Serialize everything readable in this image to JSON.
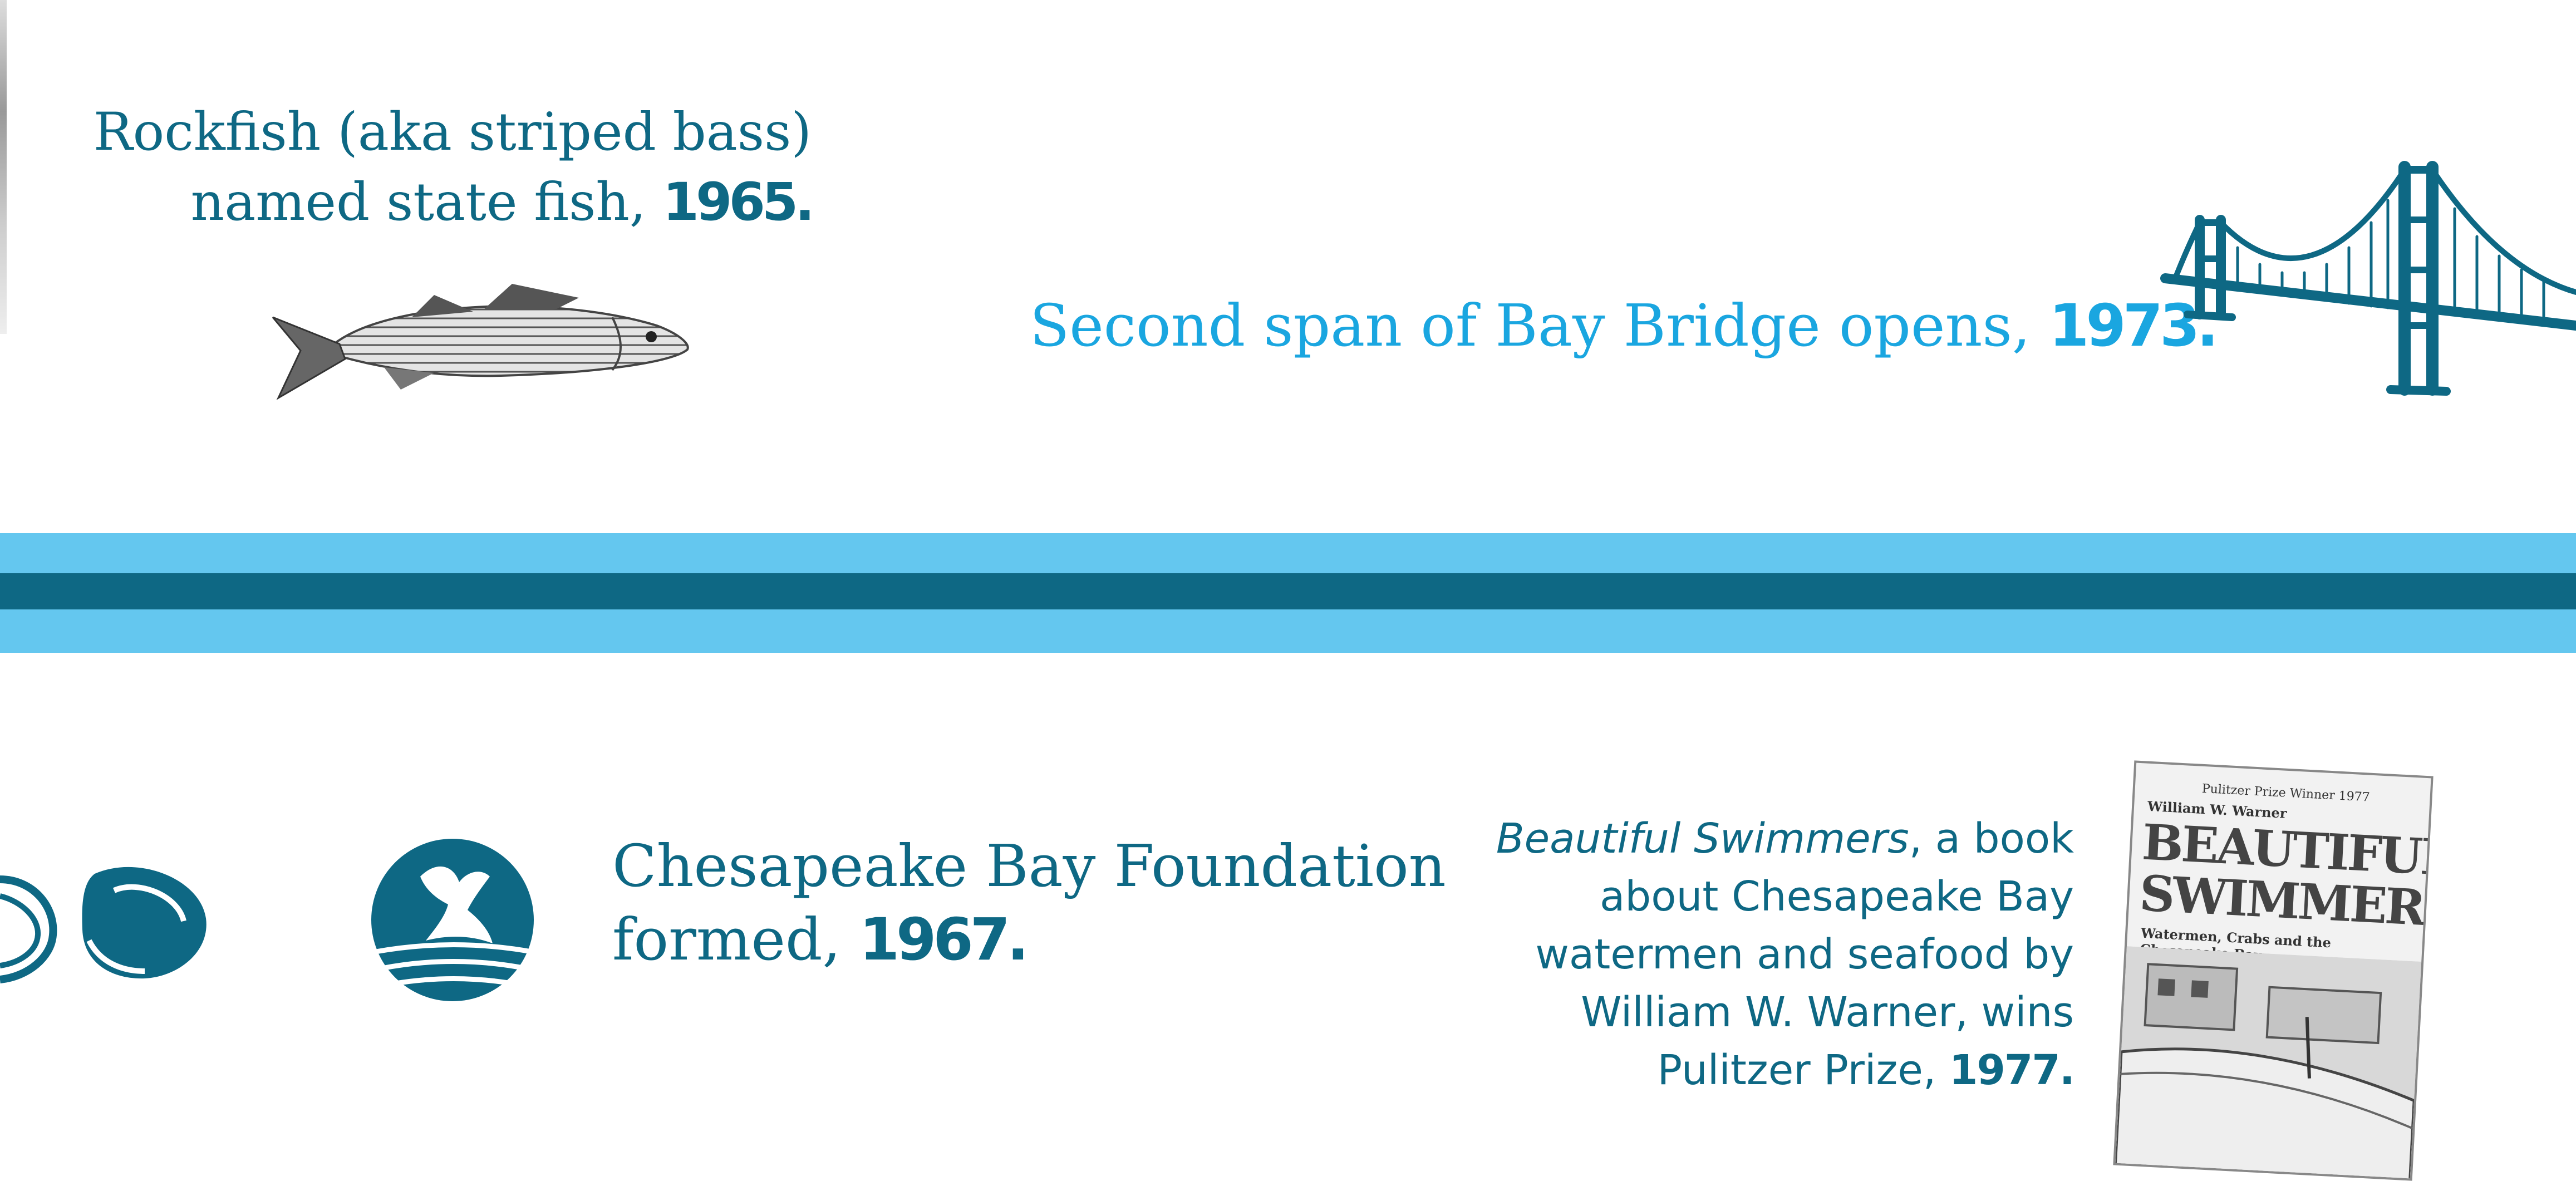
{
  "rockfish": {
    "line1": "Rockfish (aka striped bass)",
    "line2": "named state fish, ",
    "year": "1965."
  },
  "bridge": {
    "text": "Second span of Bay Bridge opens, ",
    "year": "1973."
  },
  "cbf": {
    "line1": "Chesapeake Bay Foundation",
    "line2": "formed, ",
    "year": "1967."
  },
  "book": {
    "title": "Beautiful Swimmers",
    "line1_rest": ", a book",
    "line2": "about Chesapeake Bay",
    "line3": "watermen and seafood by",
    "line4": "William W. Warner, wins",
    "line5": "Pulitzer Prize, ",
    "year": "1977."
  },
  "book_cover": {
    "prize": "Pulitzer Prize Winner 1977",
    "author": "William W. Warner",
    "title": "BEAUTIFUL SWIMMERS",
    "subtitle": "Watermen, Crabs and the Chesapeake Bay"
  },
  "icons": {
    "fish": "fish-illustration-icon",
    "bridge": "suspension-bridge-icon",
    "oyster": "oyster-shell-icon",
    "logo": "foundation-logo-icon",
    "book": "book-cover-image"
  },
  "colors": {
    "dark_teal": "#0e6884",
    "bright_blue": "#1aa6e0",
    "light_stripe": "#64c7ef"
  }
}
